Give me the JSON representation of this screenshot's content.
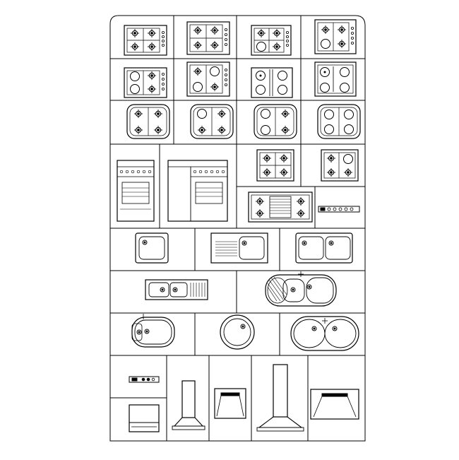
{
  "sheet": {
    "ink": "#000000",
    "paper": "#ffffff",
    "rows": [
      {
        "name": "cooktop-row-1",
        "items": [
          "gas-cooktop-4-burner",
          "gas-cooktop-4-burner",
          "gas-cooktop-4-burner-hotplate",
          "gas-cooktop-2-burner-2-hotplate"
        ]
      },
      {
        "name": "cooktop-row-2",
        "items": [
          "gas-cooktop-mixed",
          "gas-cooktop-mixed",
          "electric-cooktop",
          "electric-cooktop"
        ]
      },
      {
        "name": "cooktop-row-3",
        "items": [
          "rounded-gas-cooktop",
          "rounded-gas-cooktop",
          "rounded-gas-cooktop-hotplate",
          "rounded-electric-cooktop"
        ]
      },
      {
        "name": "range-row",
        "items": [
          "freestanding-range",
          "freestanding-range-side-cabinet",
          "gas-cooktop-small",
          "gas-cooktop-small-hotplate",
          "gas-cooktop-with-grill",
          "control-strip"
        ]
      },
      {
        "name": "sink-row-1",
        "items": [
          "single-sink",
          "sink-with-drainer",
          "double-sink"
        ]
      },
      {
        "name": "sink-row-2",
        "items": [
          "double-sink-with-drainer",
          "round-double-sink"
        ]
      },
      {
        "name": "sink-row-3",
        "items": [
          "oval-sink",
          "round-sink",
          "double-oval-sink"
        ]
      },
      {
        "name": "hood-row",
        "items": [
          "control-panel",
          "built-in-oven",
          "chimney-hood",
          "box-hood",
          "chimney-hood-wide",
          "box-hood-wide"
        ]
      }
    ]
  }
}
